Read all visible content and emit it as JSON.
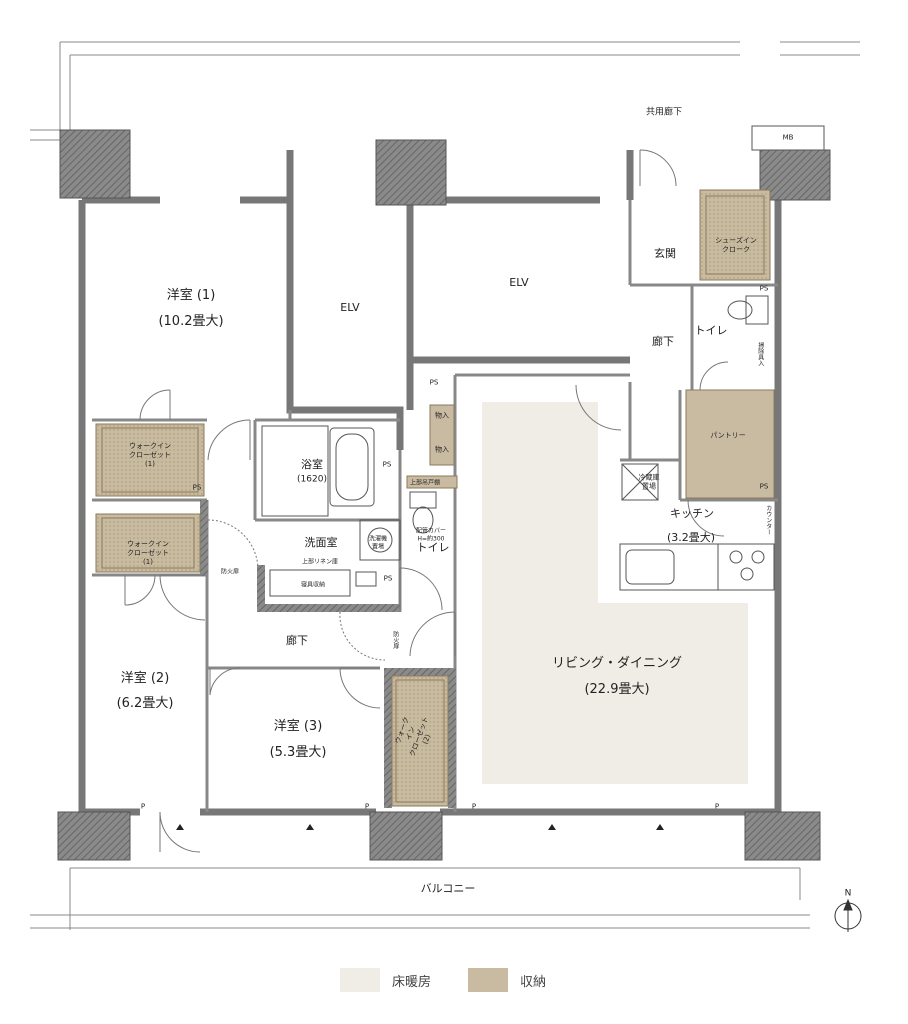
{
  "labels": {
    "corridor_common": "共用廊下",
    "mb": "MB",
    "ps": "PS",
    "western1": "洋室 (1)",
    "western1_size": "(10.2畳大)",
    "elv": "ELV",
    "entrance": "玄関",
    "shoes_in_cloak": "シューズイン\nクローク",
    "toilet": "トイレ",
    "hallway": "廊下",
    "cleaning_storage": "掃除具入",
    "pantry": "パントリー",
    "storage": "物入",
    "upper_cabinet": "上部吊戸棚",
    "walkin1": "ウォークイン\nクローゼット\n(1)",
    "bath": "浴室",
    "bath_size": "(1620)",
    "fridge": "冷蔵庫\n置場",
    "kitchen": "キッチン",
    "kitchen_size": "(3.2畳大)",
    "counter": "カウンター",
    "washroom": "洗面室",
    "washer": "洗濯機\n置場",
    "pipe_cover": "配管カバー\nH=約300",
    "upper_linen": "上部リネン庫",
    "towel_storage": "寝具収納",
    "fire_door": "防火扉",
    "western2": "洋室 (2)",
    "western2_size": "(6.2畳大)",
    "western3": "洋室 (3)",
    "western3_size": "(5.3畳大)",
    "walkin2": "ウォーク\nイン\nクローゼット\n(2)",
    "living": "リビング・ダイニング",
    "living_size": "(22.9畳大)",
    "p": "P",
    "balcony": "バルコニー",
    "north": "N"
  },
  "legend": [
    {
      "label": "床暖房",
      "color": "#f0ede6"
    },
    {
      "label": "収納",
      "color": "#c9bba2"
    }
  ],
  "colors": {
    "wall": "#777777",
    "wall_dark": "#555555",
    "floor_heating": "#f0ede6",
    "storage": "#c9bba2",
    "storage_hatch": "#9d8c6d",
    "line": "#666666"
  }
}
